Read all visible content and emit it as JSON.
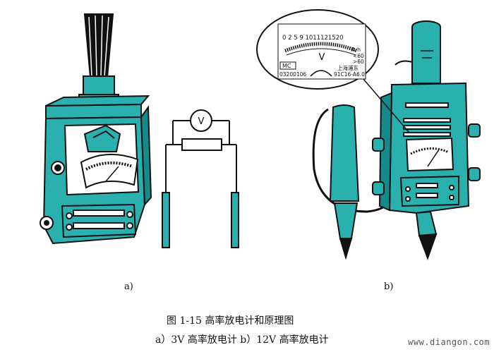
{
  "colors": {
    "body": "#2bb0b0",
    "body_dark": "#158a8a",
    "outline": "#111111",
    "paper": "#ffffff"
  },
  "figure_a": {
    "label": "a)",
    "circuit": {
      "meter_symbol": "V"
    }
  },
  "figure_b": {
    "label": "b)",
    "dial_inset": {
      "scale_numbers": "0 2  5  9 1011121520",
      "unit": "A·h",
      "mark_low": "<60",
      "mark_high": ">60",
      "meter_symbol": "V",
      "type_code": "MC",
      "maker": "上海浦东",
      "serial": "03200106",
      "model_code": "91C16-A6.0"
    }
  },
  "caption": {
    "title": "图 1-15    高率放电计和原理图",
    "subtitle": "a）3V 高率放电计    b）12V 高率放电计"
  },
  "watermark": "www.diangon.com"
}
